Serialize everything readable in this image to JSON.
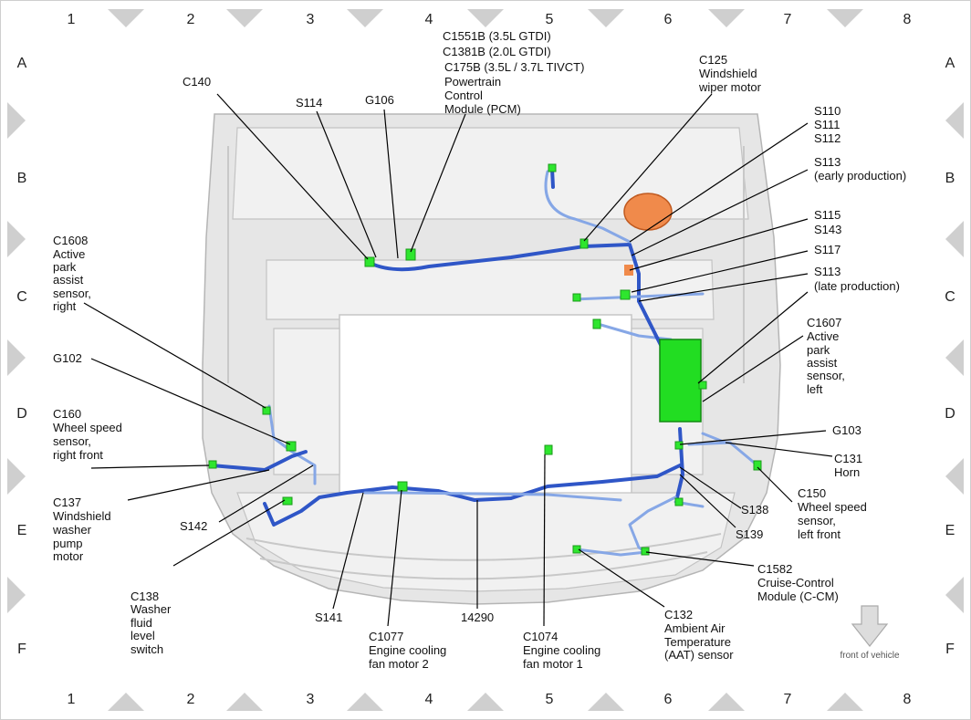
{
  "grid": {
    "columns": [
      "1",
      "2",
      "3",
      "4",
      "5",
      "6",
      "7",
      "8"
    ],
    "rows": [
      "A",
      "B",
      "C",
      "D",
      "E",
      "F"
    ]
  },
  "labels": {
    "c1551b": "C1551B  (3.5L GTDI)",
    "c1381b": "C1381B  (2.0L GTDI)",
    "c175b": "C175B    (3.5L / 3.7L TIVCT)",
    "pcm1": "Powertrain",
    "pcm2": "Control",
    "pcm3": "Module (PCM)",
    "c140": "C140",
    "s114": "S114",
    "g106": "G106",
    "c125_1": "C125",
    "c125_2": "Windshield",
    "c125_3": "wiper motor",
    "s110": "S110",
    "s111": "S111",
    "s112": "S112",
    "s113a_1": "S113",
    "s113a_2": "(early production)",
    "s115": "S115",
    "s143": "S143",
    "s117": "S117",
    "s113b_1": "S113",
    "s113b_2": "(late production)",
    "c1608_1": "C1608",
    "c1608_2": "Active",
    "c1608_3": "park",
    "c1608_4": "assist",
    "c1608_5": "sensor,",
    "c1608_6": "right",
    "c1607_1": "C1607",
    "c1607_2": "Active",
    "c1607_3": "park",
    "c1607_4": "assist",
    "c1607_5": "sensor,",
    "c1607_6": "left",
    "g102": "G102",
    "c160_1": "C160",
    "c160_2": "Wheel speed",
    "c160_3": "sensor,",
    "c160_4": "right front",
    "g103": "G103",
    "c131_1": "C131",
    "c131_2": "Horn",
    "c137_1": "C137",
    "c137_2": "Windshield",
    "c137_3": "washer",
    "c137_4": "pump",
    "c137_5": "motor",
    "s142": "S142",
    "c150_1": "C150",
    "c150_2": "Wheel speed",
    "c150_3": "sensor,",
    "c150_4": "left front",
    "s138": "S138",
    "s139": "S139",
    "c138_1": "C138",
    "c138_2": "Washer",
    "c138_3": "fluid",
    "c138_4": "level",
    "c138_5": "switch",
    "s141": "S141",
    "c1077_1": "C1077",
    "c1077_2": "Engine cooling",
    "c1077_3": "fan motor 2",
    "n14290": "14290",
    "c1074_1": "C1074",
    "c1074_2": "Engine cooling",
    "c1074_3": "fan motor 1",
    "c132_1": "C132",
    "c132_2": "Ambient Air",
    "c132_3": "Temperature",
    "c132_4": "(AAT) sensor",
    "c1582_1": "C1582",
    "c1582_2": "Cruise-Control",
    "c1582_3": "Module (C-CM)",
    "front": "front of vehicle"
  },
  "colors": {
    "harness": "#2f56c7",
    "harness_light": "#86a7e6",
    "connector": "#2ee62e",
    "module": "#22dd22",
    "wiper_motor": "#f08a4b",
    "grid_marker": "#cfcfcf"
  }
}
